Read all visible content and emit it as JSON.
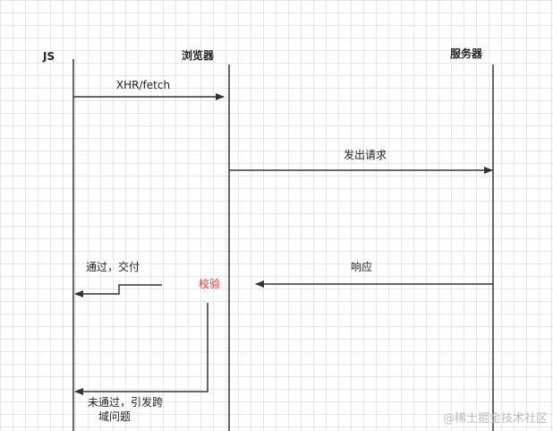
{
  "actors": {
    "js": "JS",
    "browser": "浏览器",
    "server": "服务器"
  },
  "messages": {
    "xhr": "XHR/fetch",
    "request": "发出请求",
    "response": "响应",
    "check": "校验",
    "pass": "通过，交付",
    "fail_line1": "未通过，引发跨",
    "fail_line2": "域问题"
  },
  "watermark": "@稀土掘金技术社区",
  "colors": {
    "line": "#333333",
    "highlight": "#e0322c",
    "grid": "#e6e6e6"
  }
}
